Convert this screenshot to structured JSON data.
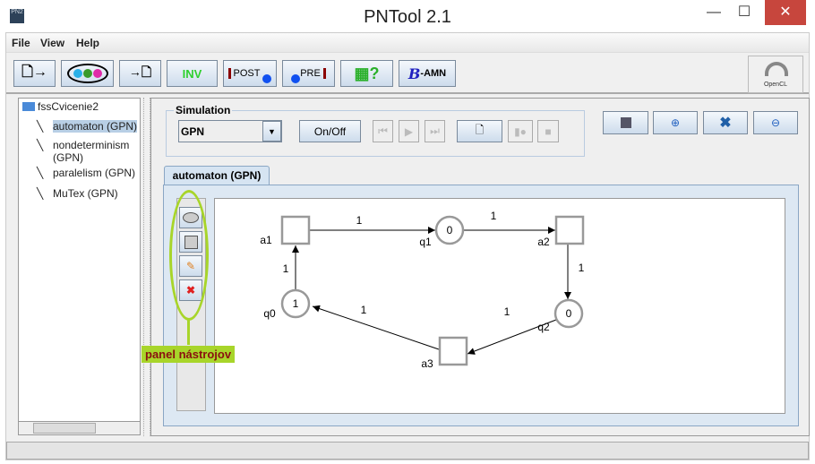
{
  "window": {
    "title": "PNTool 2.1",
    "icon_text": "PN2",
    "minimize": "—",
    "maximize": "☐",
    "close": "✕"
  },
  "menu": [
    "File",
    "View",
    "Help"
  ],
  "toolbar": {
    "inv": "INV",
    "post": "POST",
    "pre": "PRE",
    "bamn": "-AMN",
    "opencl": "OpenCL"
  },
  "tree": {
    "root": "fssCvicenie2",
    "items": [
      "automaton (GPN)",
      "nondeterminism (GPN)",
      "paralelism (GPN)",
      "MuTex (GPN)"
    ]
  },
  "simulation": {
    "label": "Simulation",
    "type_value": "GPN",
    "onoff": "On/Off"
  },
  "tab": "automaton (GPN)",
  "annotation": "panel nástrojov",
  "net": {
    "transitions": [
      {
        "name": "a1"
      },
      {
        "name": "a2"
      },
      {
        "name": "a3"
      }
    ],
    "places": [
      {
        "name": "q1",
        "tokens": "0"
      },
      {
        "name": "q2",
        "tokens": "0"
      },
      {
        "name": "q0",
        "tokens": "1"
      }
    ],
    "arc_weights": [
      "1",
      "1",
      "1",
      "1",
      "1",
      "1"
    ]
  }
}
